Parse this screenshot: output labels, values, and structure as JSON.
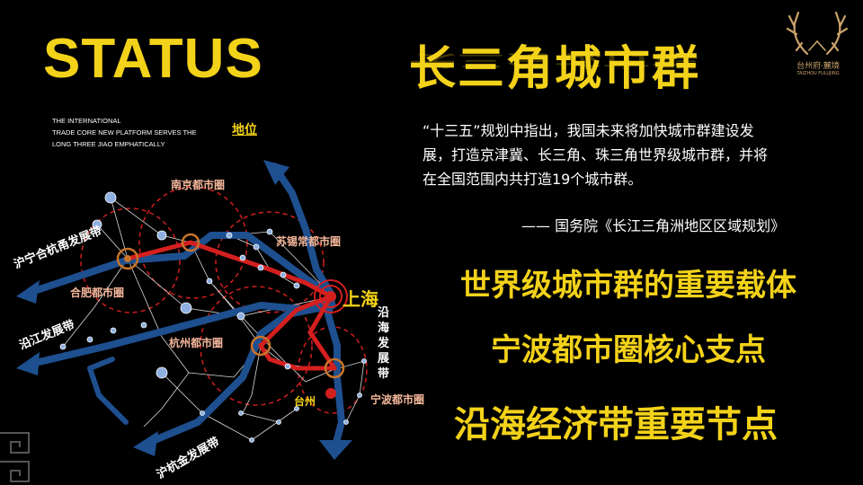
{
  "heading": "STATUS",
  "title": "长三角城市群",
  "subtitle_lines": [
    "THE INTERNATIONAL",
    "TRADE CORE NEW PLATFORM SERVES THE",
    "LONG THREE JIAO EMPHATICALLY"
  ],
  "tag": "地位",
  "quote_lines": [
    "“十三五”规划中指出，我国未来将加快城市群建设发",
    "展，打造京津冀、长三角、珠三角世界级城市群，并将",
    "在全国范围内共打造19个城市群。"
  ],
  "quote_source": "—— 国务院《长江三角洲地区区域规划》",
  "highlights": [
    "世界级城市群的重要载体",
    "宁波都市圈核心支点",
    "沿海经济带重要节点"
  ],
  "logo": {
    "name": "台州府·麓境",
    "sub": "TAIZHOU FULUJING"
  },
  "map": {
    "areas": [
      "南京都市圈",
      "苏锡常都市圈",
      "合肥都市圈",
      "杭州都市圈",
      "宁波都市圈"
    ],
    "cities": [
      "上海",
      "台州"
    ],
    "bands": [
      "沪宁合杭甬发展带",
      "沿江发展带",
      "沿海发展带",
      "沪杭金发展带"
    ]
  },
  "colors": {
    "accent": "#f3d21a",
    "label": "#f4b79a",
    "band": "#1e4f8f",
    "axis": "#d41f1f"
  }
}
